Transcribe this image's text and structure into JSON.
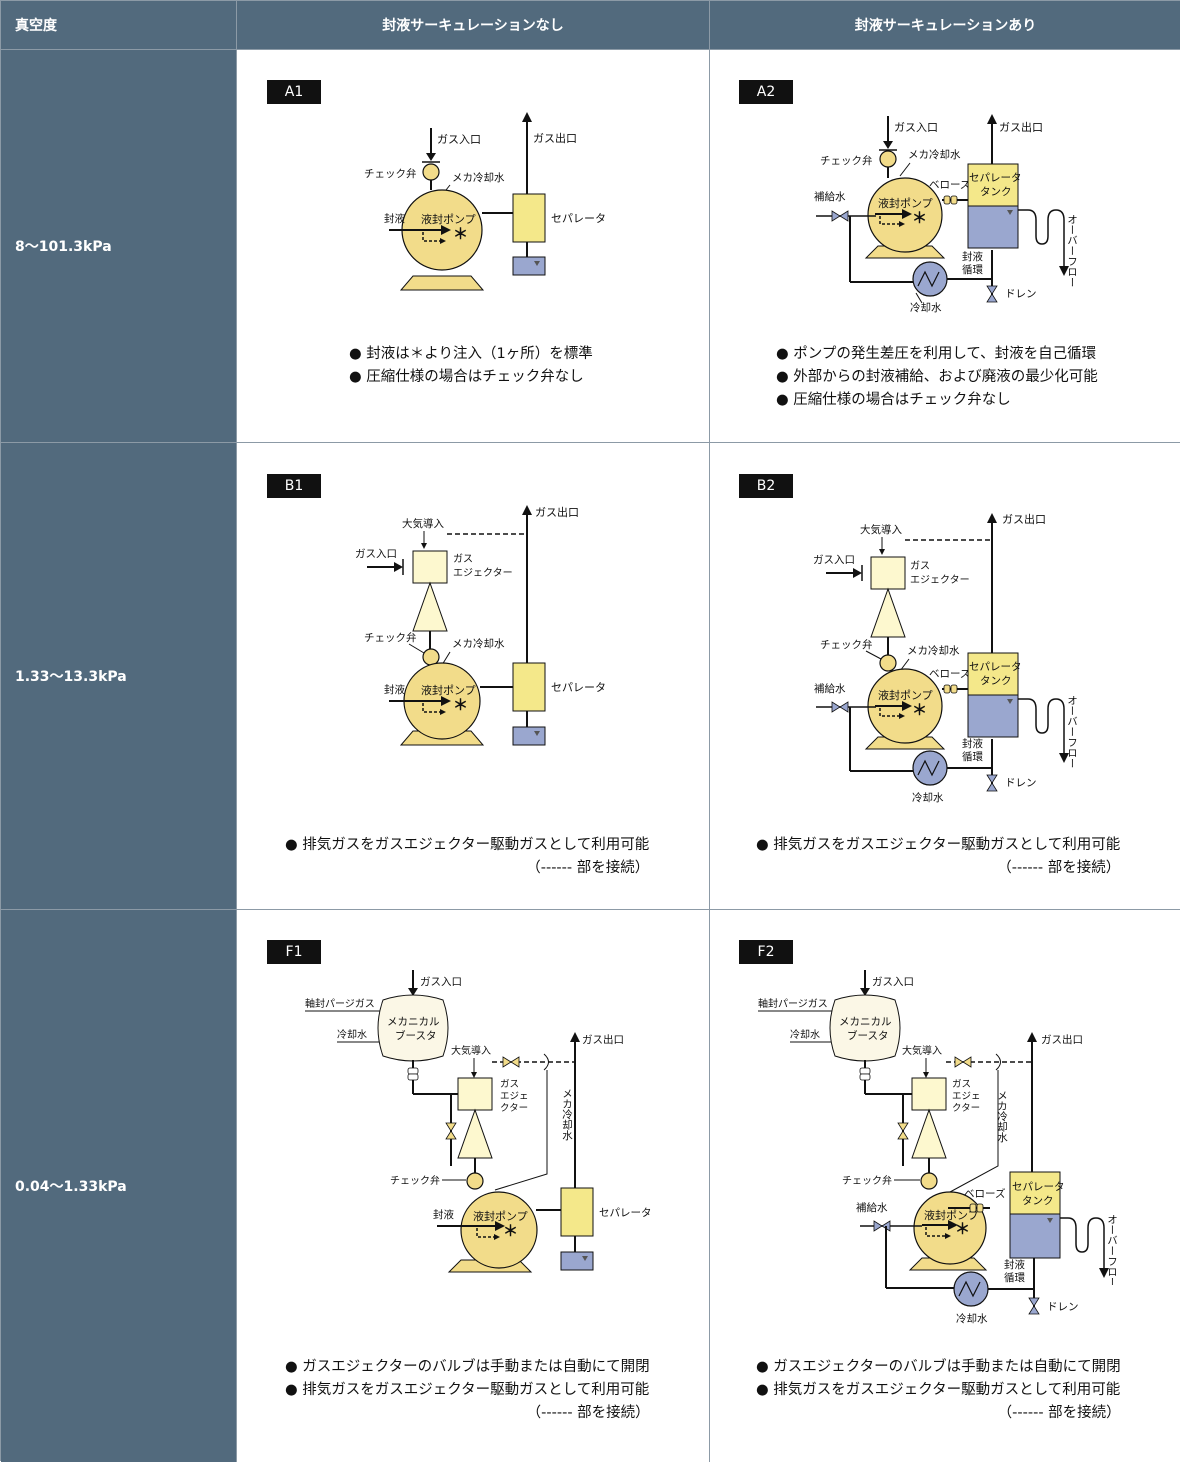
{
  "header": {
    "col0": "真空度",
    "col1": "封液サーキュレーションなし",
    "col2": "封液サーキュレーションあり"
  },
  "rows": [
    {
      "label": "8〜101.3kPa",
      "left": {
        "tag": "A1",
        "notes": [
          "● 封液は＊より注入（1ヶ所）を標準",
          "● 圧縮仕様の場合はチェック弁なし"
        ]
      },
      "right": {
        "tag": "A2",
        "notes": [
          "● ポンプの発生差圧を利用して、封液を自己循環",
          "● 外部からの封液補給、および廃液の最少化可能",
          "● 圧縮仕様の場合はチェック弁なし"
        ]
      }
    },
    {
      "label": "1.33〜13.3kPa",
      "left": {
        "tag": "B1",
        "notes": [
          "● 排気ガスをガスエジェクター駆動ガスとして利用可能"
        ],
        "sub": "（------ 部を接続）"
      },
      "right": {
        "tag": "B2",
        "notes": [
          "● 排気ガスをガスエジェクター駆動ガスとして利用可能"
        ],
        "sub": "（------ 部を接続）"
      }
    },
    {
      "label": "0.04〜1.33kPa",
      "left": {
        "tag": "F1",
        "notes": [
          "● ガスエジェクターのバルブは手動または自動にて開閉",
          "● 排気ガスをガスエジェクター駆動ガスとして利用可能"
        ],
        "sub": "（------ 部を接続）"
      },
      "right": {
        "tag": "F2",
        "notes": [
          "● ガスエジェクターのバルブは手動または自動にて開閉",
          "● 排気ガスをガスエジェクター駆動ガスとして利用可能"
        ],
        "sub": "（------ 部を接続）"
      }
    }
  ],
  "labels": {
    "gas_in": "ガス入口",
    "gas_out": "ガス出口",
    "check_valve": "チェック弁",
    "mech_cooling": "メカ冷却水",
    "mech_cooling_v": "メカ冷却水",
    "seal_liquid": "封液",
    "pump": "液封ポンプ",
    "separator": "セパレータ",
    "sep_tank_1": "セパレータ",
    "sep_tank_2": "タンク",
    "bellows": "ベローズ",
    "makeup_water": "補給水",
    "circ_1": "封液",
    "circ_2": "循環",
    "drain": "ドレン",
    "cooling_water": "冷却水",
    "overflow": "オーバーフロー",
    "air_intake": "大気導入",
    "ejector_1": "ガス",
    "ejector_2": "エジェクター",
    "ej_f_1": "ガス",
    "ej_f_2": "エジェ",
    "ej_f_3": "クター",
    "shaft_purge": "軸封パージガス",
    "booster_1": "メカニカル",
    "booster_2": "ブースタ",
    "booster_cool": "冷却水",
    "asterisk": "＊"
  },
  "colors": {
    "header_bg": "#526a7d",
    "pump_fill": "#f2dc8a",
    "separator_fill": "#f4e88a",
    "water_fill": "#9aa7cf",
    "ejector_fill": "#fdf8cf",
    "booster_fill": "#fbf7e6"
  }
}
